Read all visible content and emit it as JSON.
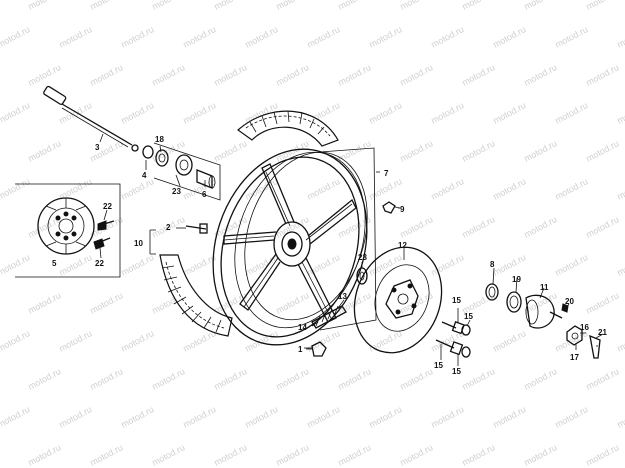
{
  "watermark": {
    "text": "motod.ru"
  },
  "diagram": {
    "callouts": [
      {
        "id": "c1",
        "label": "1"
      },
      {
        "id": "c2",
        "label": "2"
      },
      {
        "id": "c3",
        "label": "3"
      },
      {
        "id": "c4",
        "label": "4"
      },
      {
        "id": "c5",
        "label": "5"
      },
      {
        "id": "c6",
        "label": "6"
      },
      {
        "id": "c7",
        "label": "7"
      },
      {
        "id": "c8",
        "label": "8"
      },
      {
        "id": "c9",
        "label": "9"
      },
      {
        "id": "c10",
        "label": "10"
      },
      {
        "id": "c11",
        "label": "11"
      },
      {
        "id": "c12",
        "label": "12"
      },
      {
        "id": "c13",
        "label": "13"
      },
      {
        "id": "c14",
        "label": "14"
      },
      {
        "id": "c15a",
        "label": "15"
      },
      {
        "id": "c15b",
        "label": "15"
      },
      {
        "id": "c15c",
        "label": "15"
      },
      {
        "id": "c15d",
        "label": "15"
      },
      {
        "id": "c16",
        "label": "16"
      },
      {
        "id": "c17",
        "label": "17"
      },
      {
        "id": "c18",
        "label": "18"
      },
      {
        "id": "c19",
        "label": "19"
      },
      {
        "id": "c20",
        "label": "20"
      },
      {
        "id": "c21",
        "label": "21"
      },
      {
        "id": "c22a",
        "label": "22"
      },
      {
        "id": "c22b",
        "label": "22"
      },
      {
        "id": "c23a",
        "label": "23"
      },
      {
        "id": "c23b",
        "label": "23"
      }
    ]
  }
}
